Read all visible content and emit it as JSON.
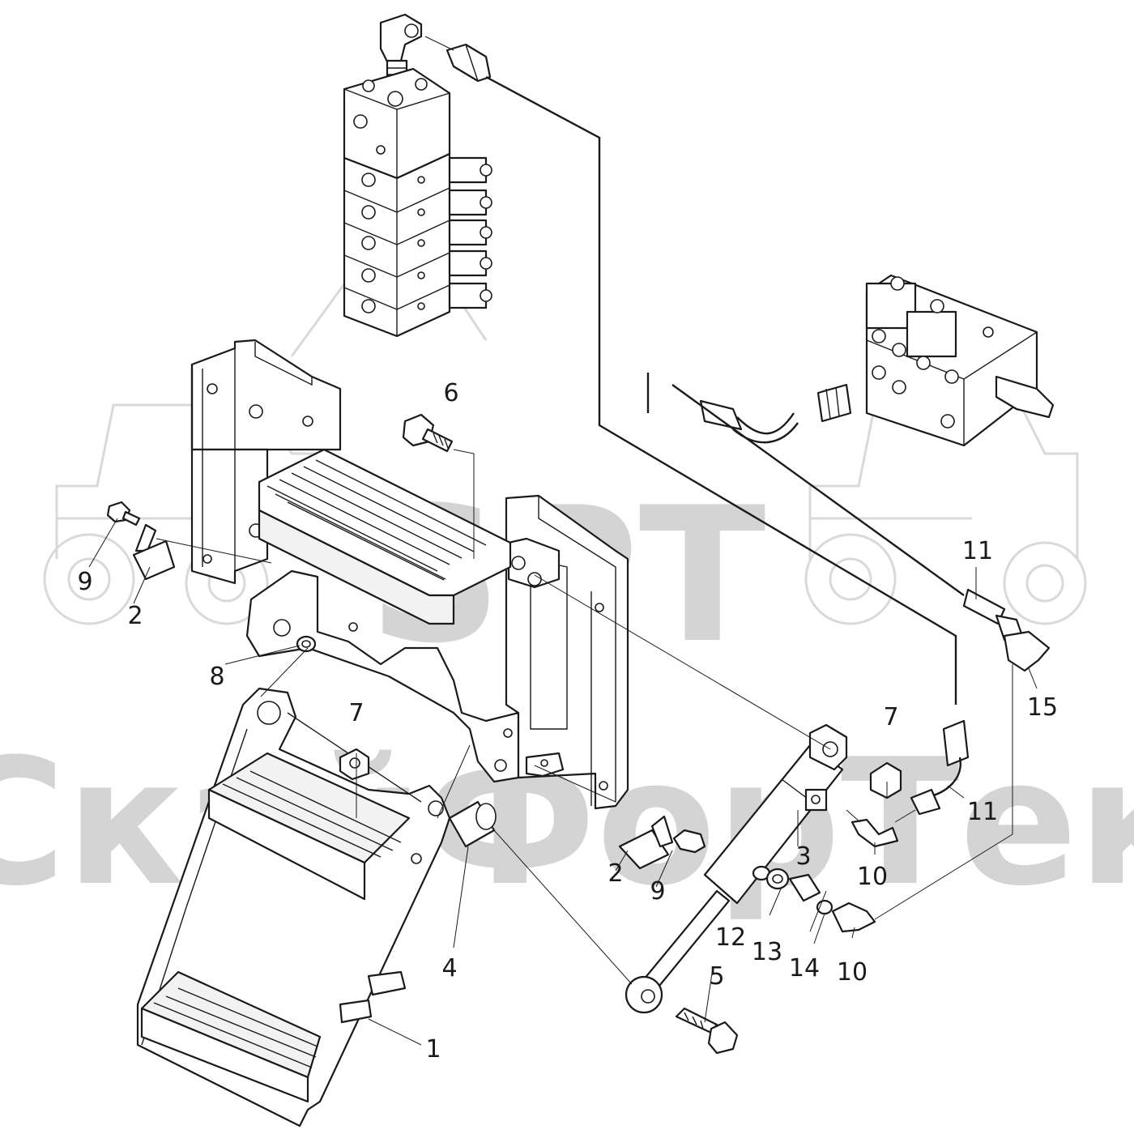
{
  "watermark": {
    "logo_text": "SPT",
    "brand_text": "СкайФорТек"
  },
  "callouts": [
    {
      "id": "c1",
      "label": "1"
    },
    {
      "id": "c2a",
      "label": "2"
    },
    {
      "id": "c2b",
      "label": "2"
    },
    {
      "id": "c3",
      "label": "3"
    },
    {
      "id": "c4",
      "label": "4"
    },
    {
      "id": "c5",
      "label": "5"
    },
    {
      "id": "c6",
      "label": "6"
    },
    {
      "id": "c7a",
      "label": "7"
    },
    {
      "id": "c7b",
      "label": "7"
    },
    {
      "id": "c8",
      "label": "8"
    },
    {
      "id": "c9a",
      "label": "9"
    },
    {
      "id": "c9b",
      "label": "9"
    },
    {
      "id": "c10a",
      "label": "10"
    },
    {
      "id": "c10b",
      "label": "10"
    },
    {
      "id": "c11a",
      "label": "11"
    },
    {
      "id": "c11b",
      "label": "11"
    },
    {
      "id": "c12",
      "label": "12"
    },
    {
      "id": "c13",
      "label": "13"
    },
    {
      "id": "c14",
      "label": "14"
    },
    {
      "id": "c15",
      "label": "15"
    }
  ]
}
